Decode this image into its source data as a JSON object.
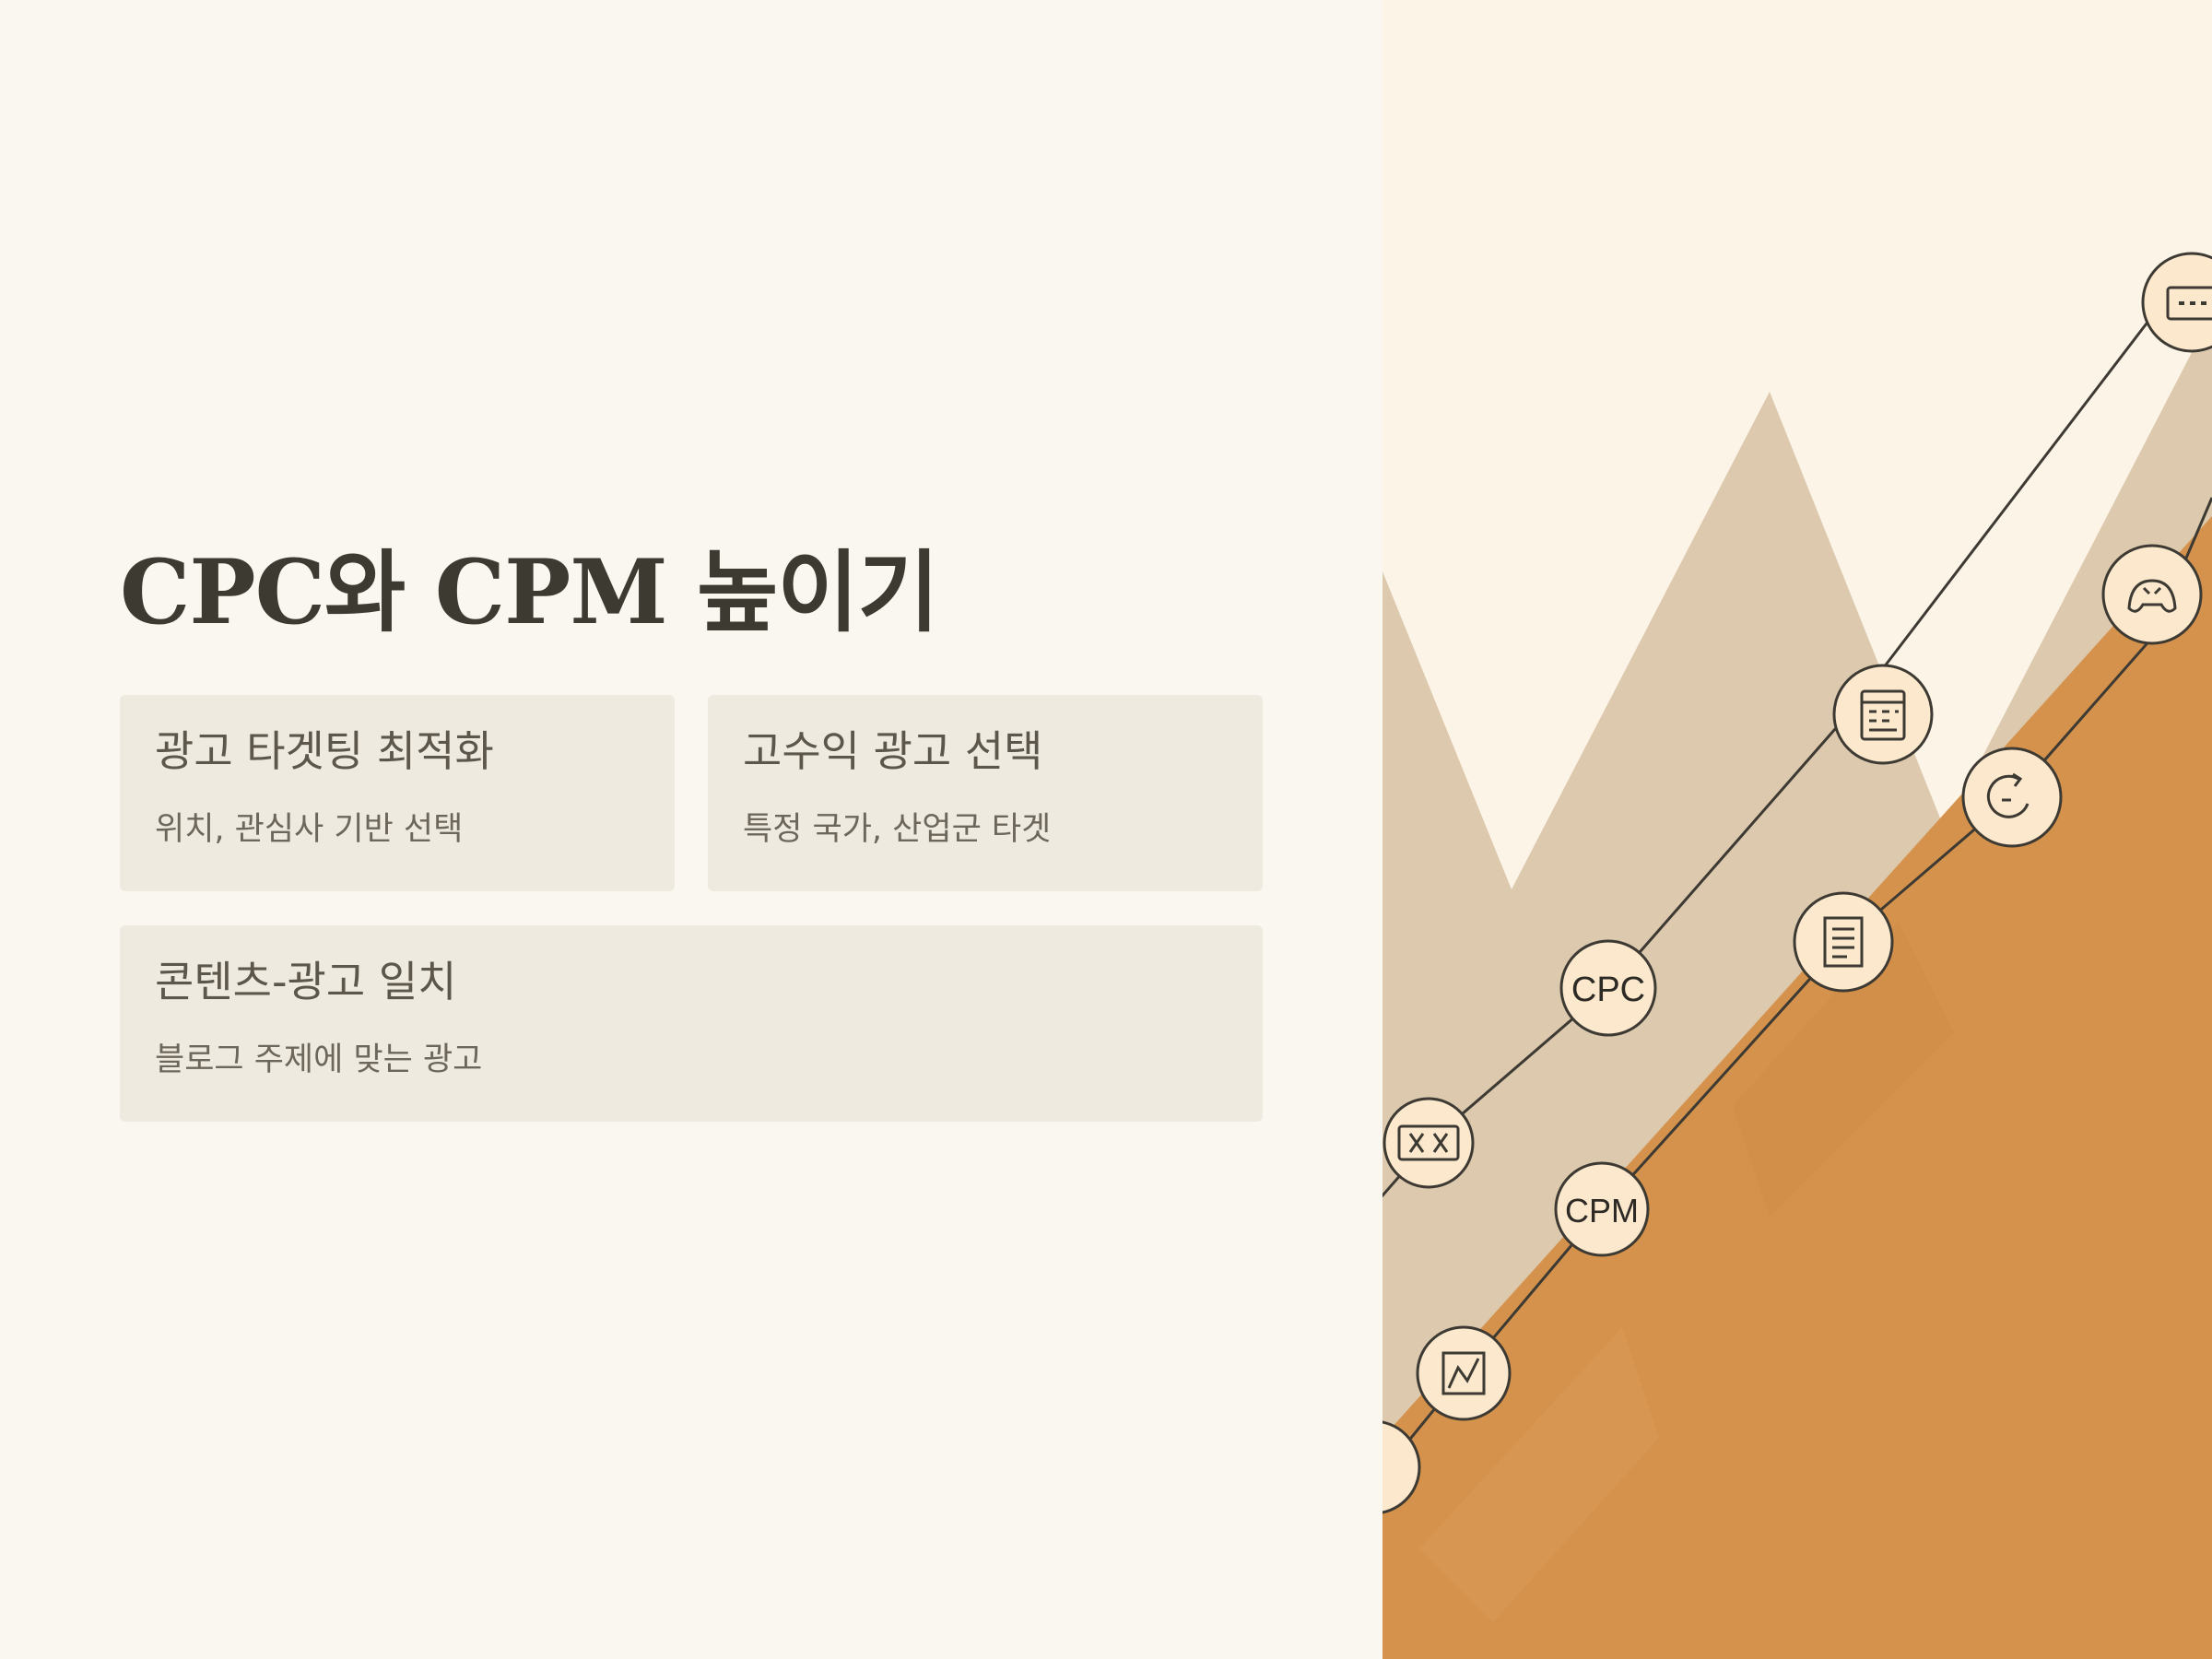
{
  "slide": {
    "title": "CPC와 CPM 높이기",
    "cards": [
      {
        "title": "광고 타겟팅 최적화",
        "description": "위치, 관심사 기반 선택"
      },
      {
        "title": "고수익 광고 선택",
        "description": "특정 국가, 산업군 타겟"
      },
      {
        "title": "콘텐츠-광고 일치",
        "description": "블로그 주제에 맞는 광고"
      }
    ]
  },
  "illustration": {
    "node_labels": {
      "cpc": "CPC",
      "cpm": "CPM"
    },
    "icons": [
      "ticket-icon",
      "rising-chart-icon",
      "calendar-icon",
      "document-icon",
      "refresh-face-icon",
      "gamepad-icon",
      "banner-icon"
    ],
    "colors": {
      "background": "#faf7f1",
      "sky": "#fdf4e8",
      "mountain": "#ddc9ad",
      "ground": "#d4924c",
      "node_fill": "#fbe8cd",
      "stroke": "#3d3a33"
    }
  }
}
